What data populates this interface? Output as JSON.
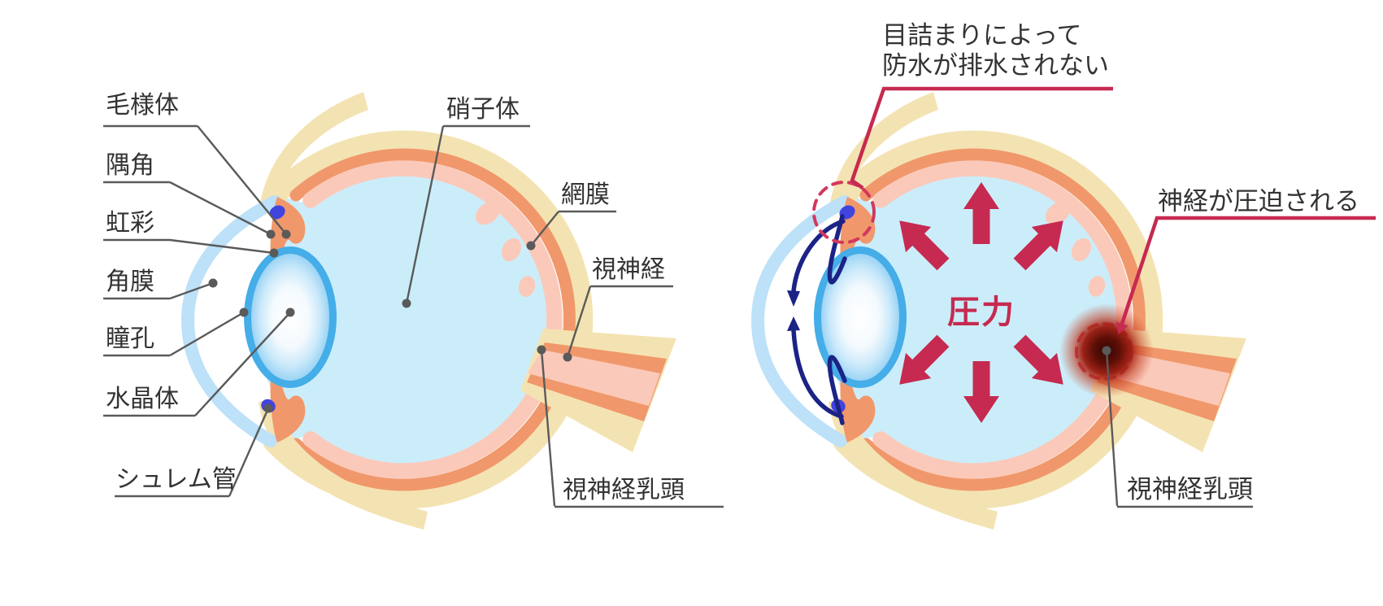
{
  "colors": {
    "background": "#FFFFFF",
    "sclera_beige": "#F4E3B2",
    "choroid_orange": "#F0986B",
    "retina_pink": "#FBC9B9",
    "vitreous_blue": "#CBEDFA",
    "cornea_blue": "#BCE1F8",
    "lens_blue": "#45ADE8",
    "schlemm_blue": "#4244DF",
    "flow_navy": "#1C2386",
    "accent_crimson": "#C62A50",
    "dashed_crimson": "#D4375C",
    "leader_gray": "#5A5A5A",
    "text_dark": "#333333",
    "compressed_nerve_dark": "#3F0A04"
  },
  "left_panel": {
    "labels": [
      {
        "id": "ciliary-body",
        "text": "毛様体"
      },
      {
        "id": "angle",
        "text": "隅角"
      },
      {
        "id": "iris",
        "text": "虹彩"
      },
      {
        "id": "cornea",
        "text": "角膜"
      },
      {
        "id": "pupil",
        "text": "瞳孔"
      },
      {
        "id": "lens",
        "text": "水晶体"
      },
      {
        "id": "schlemm-canal",
        "text": "シュレム管"
      },
      {
        "id": "vitreous-body",
        "text": "硝子体"
      },
      {
        "id": "retina",
        "text": "網膜"
      },
      {
        "id": "optic-nerve",
        "text": "視神経"
      },
      {
        "id": "optic-disc",
        "text": "視神経乳頭"
      }
    ]
  },
  "right_panel": {
    "blockage_annotation": {
      "line1": "目詰まりによって",
      "line2": "防水が排水されない"
    },
    "nerve_annotation": "神経が圧迫される",
    "pressure_label": "圧力",
    "optic_disc_label": "視神経乳頭"
  }
}
